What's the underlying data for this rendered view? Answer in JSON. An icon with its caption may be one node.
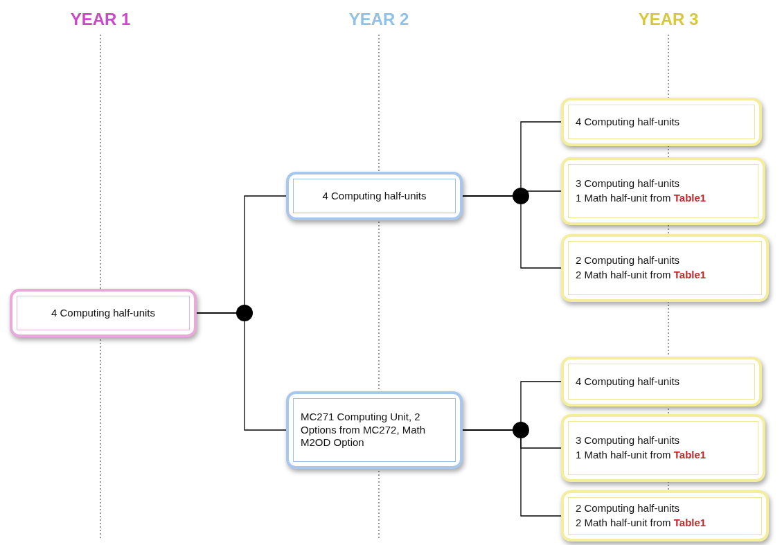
{
  "diagram": {
    "nodes": [
      {
        "text": [
          "4 Computing half-units"
        ]
      },
      {
        "text": [
          "4 Computing half-units"
        ]
      },
      {
        "text": [
          "MC271 Computing Unit, 2 Options from MC272, Math M2OD Option"
        ]
      },
      {
        "text": [
          "4 Computing half-units"
        ]
      },
      {
        "text": [
          "3 Computing half-units",
          "1 Math half-unit from **Table1**"
        ]
      },
      {
        "text": [
          "2 Computing half-units",
          "2 Math half-unit from **Table1**"
        ]
      },
      {
        "text": [
          "4 Computing half-units"
        ]
      },
      {
        "text": [
          "3 Computing half-units",
          "1 Math half-unit from **Table1**"
        ]
      },
      {
        "text": [
          "2 Computing half-units",
          "2 Math half-unit from **Table1**"
        ]
      }
    ],
    "edges": [
      {
        "from": 0,
        "to": 1,
        "arrow": "none"
      },
      {
        "from": 0,
        "to": 2,
        "arrow": "none"
      },
      {
        "from": 1,
        "to": 3,
        "arrow": "none"
      },
      {
        "from": 1,
        "to": 4,
        "arrow": "none"
      },
      {
        "from": 1,
        "to": 5,
        "arrow": "none"
      },
      {
        "from": 2,
        "to": 6,
        "arrow": "none"
      },
      {
        "from": 2,
        "to": 7,
        "arrow": "none"
      },
      {
        "from": 2,
        "to": 8,
        "arrow": "none"
      }
    ],
    "labels": [
      "YEAR 1",
      "YEAR 2",
      "YEAR 3"
    ]
  }
}
